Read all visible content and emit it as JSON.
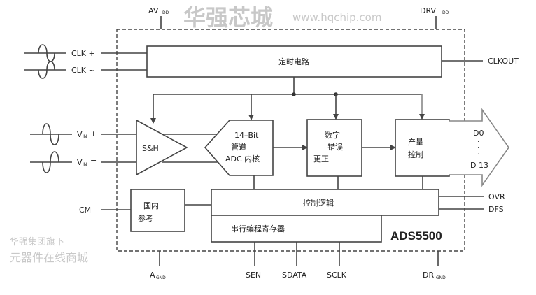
{
  "pins": {
    "avdd": {
      "main": "AV",
      "sub": "DD"
    },
    "drvdd": {
      "main": "DRV",
      "sub": "DD"
    },
    "clk_p": "CLK +",
    "clk_n": "CLK ~",
    "vin_p": {
      "main": "V",
      "sub": "IN",
      "sign": "+"
    },
    "vin_n": {
      "main": "V",
      "sub": "IN",
      "sign": "−"
    },
    "cm": "CM",
    "clkout": "CLKOUT",
    "ovr": "OVR",
    "dfs": "DFS",
    "agnd": {
      "main": "A",
      "sub": "GND"
    },
    "drgnd": {
      "main": "DR",
      "sub": "GND"
    },
    "sen": "SEN",
    "sdata": "SDATA",
    "sclk": "SCLK"
  },
  "blocks": {
    "timing": "定时电路",
    "sh": "S&H",
    "adc": [
      "14–Bit",
      "管道",
      "ADC 内核"
    ],
    "error_correction": [
      "数字",
      "错误",
      "更正"
    ],
    "output_control": [
      "产量",
      "控制"
    ],
    "control_logic": "控制逻辑",
    "serial_register": "串行编程寄存器",
    "reference": [
      "国内",
      "参考"
    ]
  },
  "output_bus": {
    "top": "D0",
    "dots": "·",
    "bottom": "D 13"
  },
  "chip_name": "ADS5500",
  "watermark": {
    "logo": "华强芯城",
    "url": "www.hqchip.com",
    "line1": "华强集团旗下",
    "line2": "元器件在线商城"
  }
}
